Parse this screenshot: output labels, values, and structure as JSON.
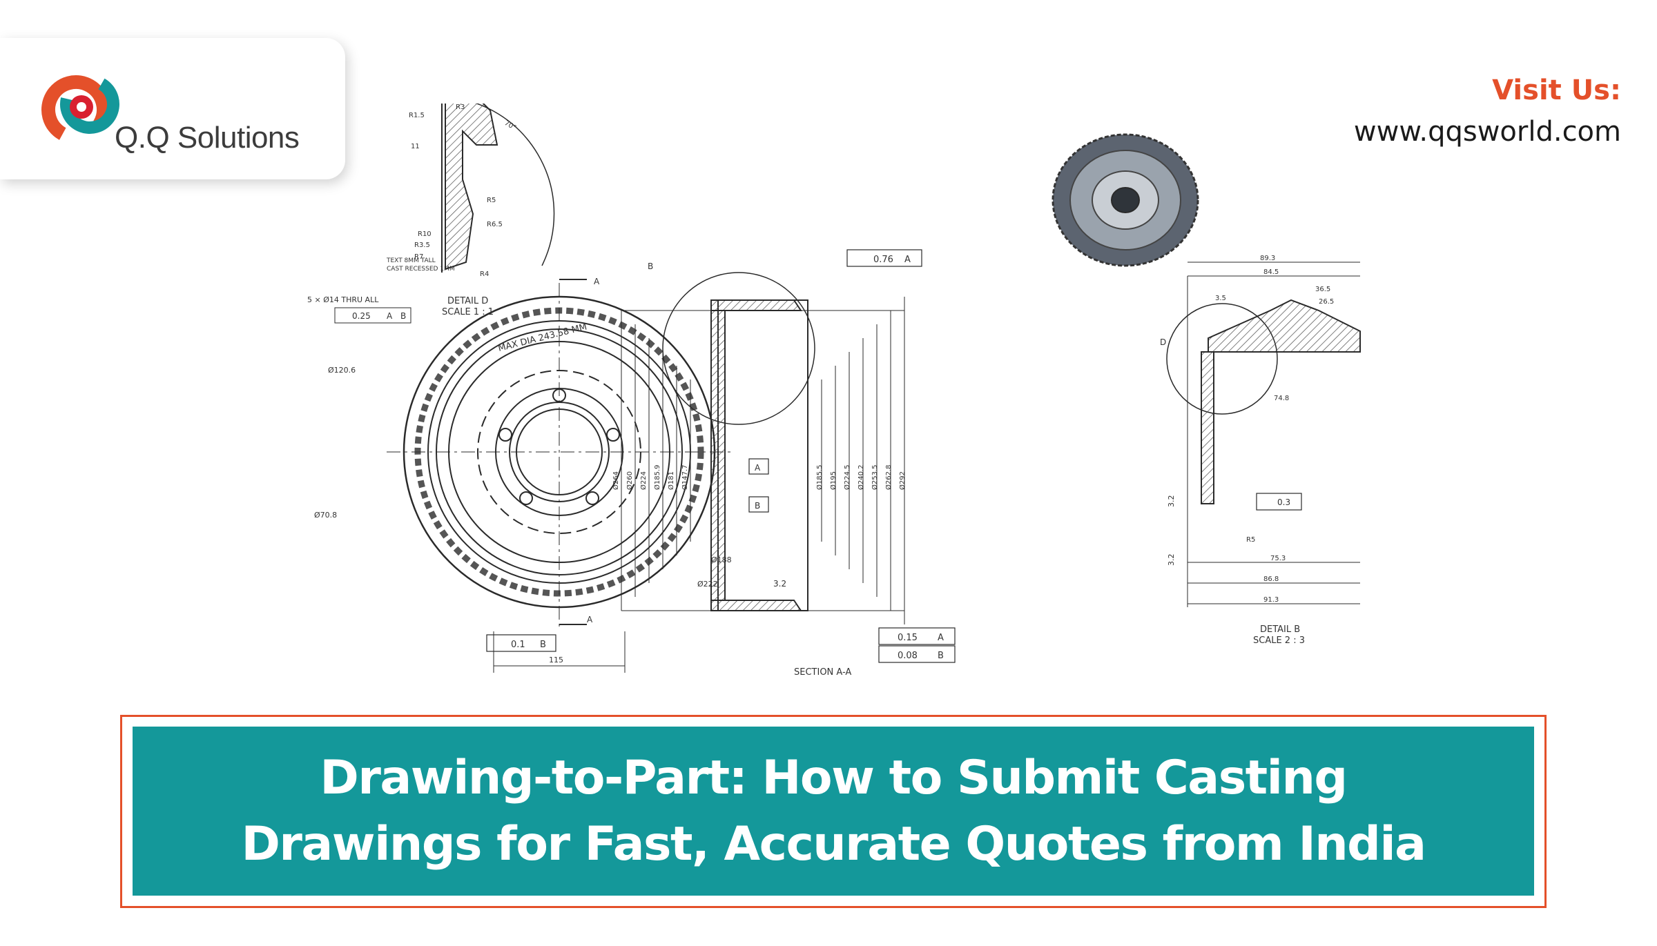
{
  "brand": {
    "name": "Q.Q Solutions",
    "colors": {
      "orange": "#e4502a",
      "teal": "#14989a",
      "red": "#d92030"
    }
  },
  "visit": {
    "label": "Visit Us:",
    "url": "www.qqsworld.com"
  },
  "headline": {
    "line1": "Drawing-to-Part: How to Submit Casting",
    "line2": "Drawings for Fast, Accurate Quotes from India"
  },
  "drawing": {
    "note_text_line1": "TEXT 8MM TALL",
    "note_text_line2": "CAST RECESSED 1MM",
    "hole_callout": "5 × Ø14 THRU ALL",
    "hole_tolerance": "0.25",
    "datum_a": "A",
    "datum_b": "B",
    "max_dia": "MAX DIA 243.58 MM",
    "dim_120": "Ø120.6",
    "dim_70": "Ø70.8",
    "dim_188": "Ø188",
    "dim_222": "Ø222",
    "dim_115": "115",
    "section_label": "SECTION A-A",
    "runout_top": "0.76",
    "runout_bottom": "0.15",
    "perp_bottom": "0.08",
    "parallel": "0.1",
    "detail_d_label": "DETAIL D",
    "detail_d_scale": "SCALE 1 : 1",
    "detail_b_label": "DETAIL B",
    "detail_b_scale": "SCALE 2 : 3",
    "r15": "R1.5",
    "r3": "R3",
    "d11": "11",
    "r5": "R5",
    "r65": "R6.5",
    "r10": "R10",
    "r35": "R3.5",
    "r7": "R7",
    "r4": "R4",
    "ang70": "70°",
    "d893": "89.3",
    "d845": "84.5",
    "d365": "36.5",
    "d265": "26.5",
    "d35": "3.5",
    "d748": "74.8",
    "flat": "0.3",
    "surf32": "3.2",
    "r5b": "R5",
    "d753": "75.3",
    "d868": "86.8",
    "d913": "91.3",
    "label_b": "B",
    "label_d": "D",
    "label_a": "A",
    "dims_left": [
      "Ø264",
      "Ø260",
      "Ø224",
      "Ø185.9",
      "Ø181",
      "Ø147.7"
    ],
    "dims_right": [
      "Ø185.5",
      "Ø195",
      "Ø224.5",
      "Ø240.2",
      "Ø253.5",
      "Ø262.8",
      "Ø292"
    ]
  }
}
